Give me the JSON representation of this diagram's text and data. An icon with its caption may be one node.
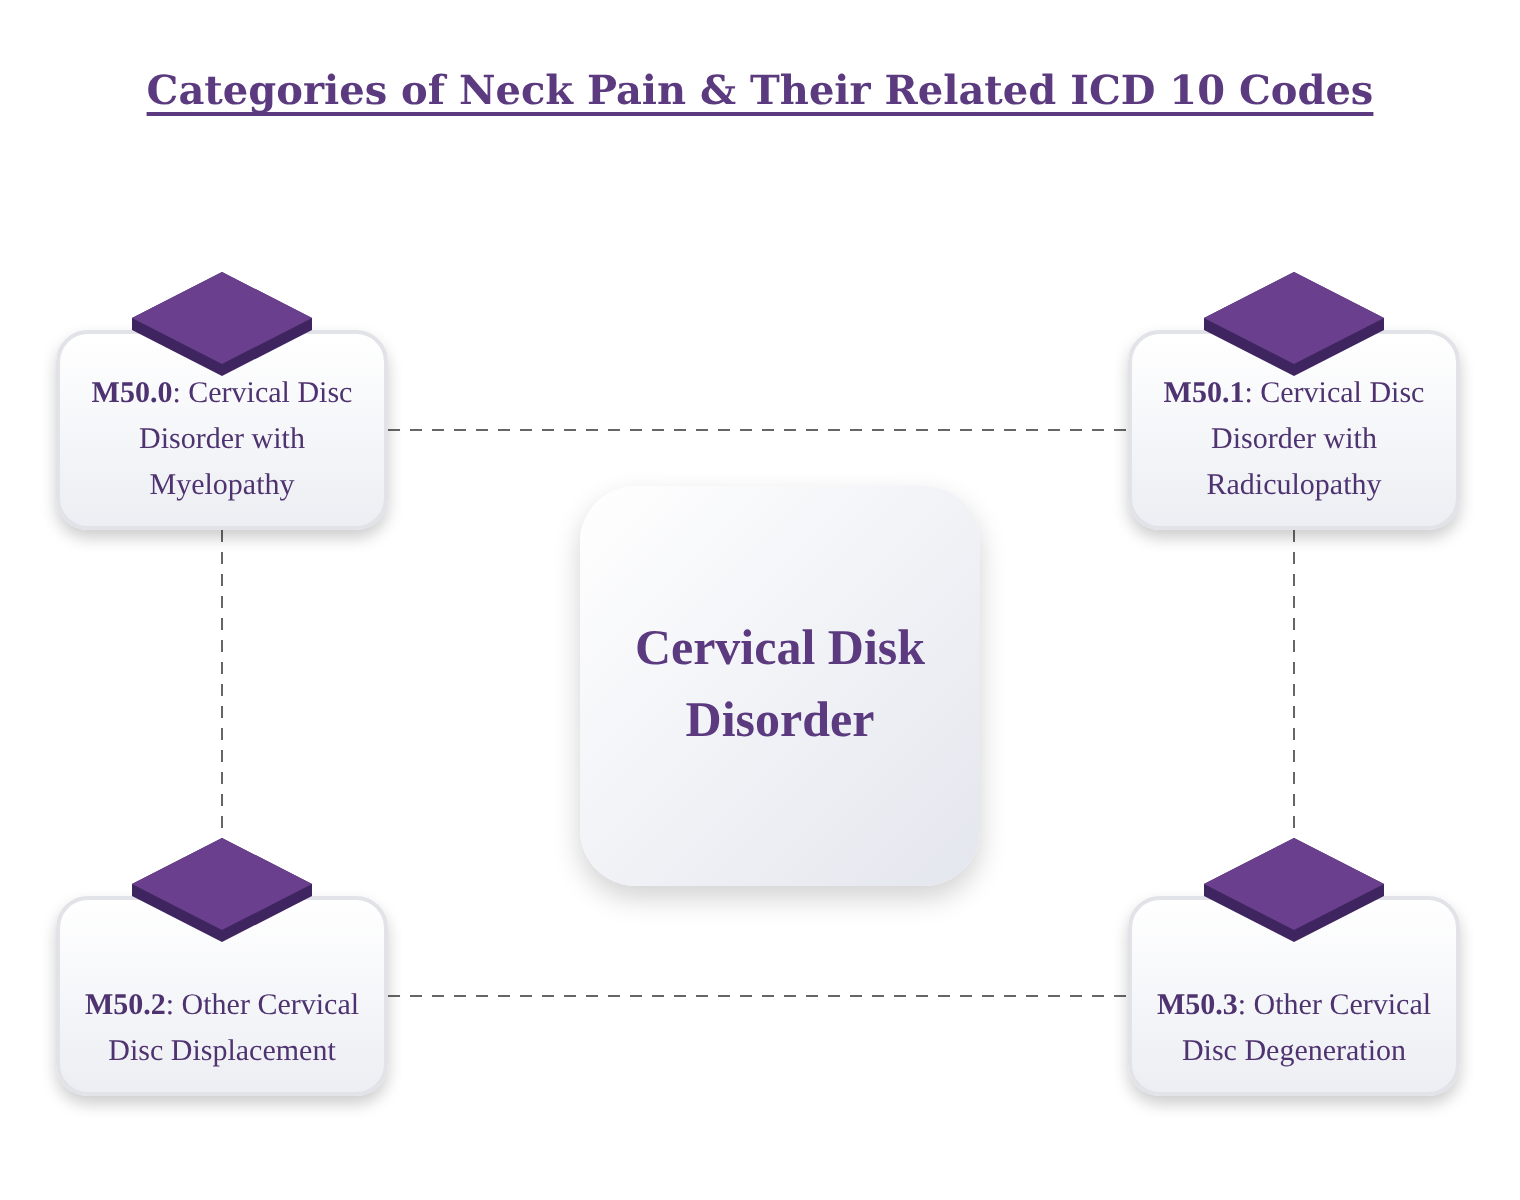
{
  "diagram": {
    "title": "Categories of Neck Pain & Their Related ICD 10 Codes",
    "nodes": [
      {
        "text": [
          "**M50.0**: Cervical Disc Disorder with Myelopathy"
        ]
      },
      {
        "text": [
          "**M50.1**: Cervical Disc Disorder with Radiculopathy"
        ]
      },
      {
        "text": [
          "**M50.2**: Other Cervical Disc Displacement"
        ]
      },
      {
        "text": [
          "**M50.3**: Other Cervical Disc Degeneration"
        ]
      },
      {
        "text": [
          "Cervical Disk Disorder"
        ]
      }
    ],
    "edges": [
      {
        "from": 0,
        "to": 1,
        "arrow": "none",
        "style": "dashed"
      },
      {
        "from": 0,
        "to": 2,
        "arrow": "none",
        "style": "dashed"
      },
      {
        "from": 1,
        "to": 3,
        "arrow": "none",
        "style": "dashed"
      },
      {
        "from": 2,
        "to": 3,
        "arrow": "none",
        "style": "dashed"
      }
    ]
  }
}
